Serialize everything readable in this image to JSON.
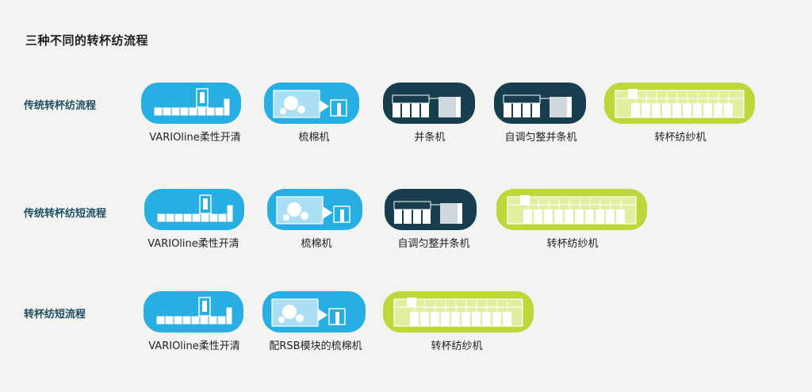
{
  "title": "三种不同的转杯纺流程",
  "colors": {
    "blue": "#27aee3",
    "dark": "#163e4e",
    "green": "#bfd63a",
    "label": "#1f4e63"
  },
  "rows": [
    {
      "label": "传统转杯纺流程",
      "machines": [
        {
          "type": "vario",
          "label": "VARIOline柔性开清"
        },
        {
          "type": "card",
          "label": "梳棉机"
        },
        {
          "type": "draw",
          "label": "并条机"
        },
        {
          "type": "draw",
          "label": "自调匀整并条机"
        },
        {
          "type": "rotor",
          "label": "转杯纺纱机"
        }
      ]
    },
    {
      "label": "传统转杯纺短流程",
      "machines": [
        {
          "type": "vario",
          "label": "VARIOline柔性开清"
        },
        {
          "type": "card",
          "label": "梳棉机"
        },
        {
          "type": "draw",
          "label": "自调匀整并条机"
        },
        {
          "type": "rotor",
          "label": "转杯纺纱机"
        }
      ]
    },
    {
      "label": "转杯纺短流程",
      "machines": [
        {
          "type": "vario",
          "label": "VARIOline柔性开清"
        },
        {
          "type": "card",
          "label": "配RSB模块的梳棉机"
        },
        {
          "type": "rotor",
          "label": "转杯纺纱机"
        }
      ]
    }
  ]
}
